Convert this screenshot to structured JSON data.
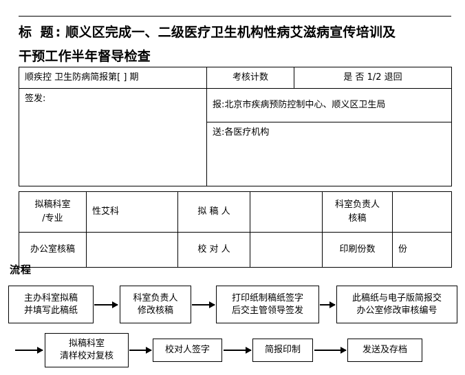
{
  "document": {
    "title_label": "标 题:",
    "title_lines": [
      "顺义区完成一、二级医疗卫生机构性病艾滋病宣传培训及",
      "干预工作半年督导检查"
    ]
  },
  "form_upper": {
    "row1": {
      "bulletin_no": "顺疾控  卫生防病简报第[    ]    期",
      "assessment_label": "考核计数",
      "assessment_options": "是    否    1/2    退回"
    },
    "row2": {
      "issued_by_label": "签发:",
      "issued_by_value": "",
      "report_to": "报:北京市疾病预防控制中心、顺义区卫生局"
    },
    "row3": {
      "send_to": "送:各医疗机构"
    }
  },
  "form_lower": {
    "row1": {
      "dept_label": "拟稿科室\n/专业",
      "dept_value": "性艾科",
      "drafter_label": "拟  稿  人",
      "drafter_value": "",
      "dept_head_label": "科室负责人\n核稿",
      "dept_head_value": ""
    },
    "row2": {
      "office_review_label": "办公室核稿",
      "office_review_value": "",
      "proofreader_label": "校  对  人",
      "proofreader_value": "",
      "print_count_label": "印刷份数",
      "print_count_value": "份"
    }
  },
  "flow": {
    "heading": "流程",
    "steps": [
      {
        "id": "step-1",
        "text": "主办科室拟稿\n并填写此稿纸"
      },
      {
        "id": "step-2",
        "text": "科室负责人\n修改核稿"
      },
      {
        "id": "step-3",
        "text": "打印纸制稿纸签字\n后交主管领导签发"
      },
      {
        "id": "step-4",
        "text": "此稿纸与电子版简报交\n办公室修改审核编号"
      },
      {
        "id": "step-5",
        "text": "拟稿科室\n清样校对复核"
      },
      {
        "id": "step-6",
        "text": "校对人签字"
      },
      {
        "id": "step-7",
        "text": "简报印制"
      },
      {
        "id": "step-8",
        "text": "发送及存档"
      }
    ]
  },
  "colors": {
    "ink": "#000000",
    "paper": "#ffffff"
  }
}
